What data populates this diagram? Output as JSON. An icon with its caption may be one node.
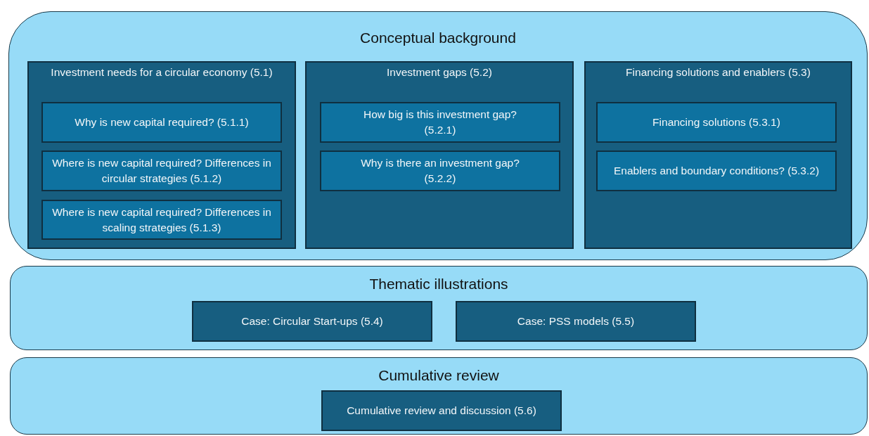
{
  "diagram": {
    "nodes": [
      {
        "text": [
          "Conceptual background"
        ]
      },
      {
        "text": [
          "Investment needs for a circular economy (5.1)"
        ],
        "in": 0
      },
      {
        "text": [
          "Why is new capital required? (5.1.1)"
        ],
        "in": 1
      },
      {
        "text": [
          "Where is new capital required? Differences in circular strategies (5.1.2)"
        ],
        "in": 1
      },
      {
        "text": [
          "Where is new capital required? Differences in scaling strategies (5.1.3)"
        ],
        "in": 1
      },
      {
        "text": [
          "Investment gaps (5.2)"
        ],
        "in": 0
      },
      {
        "text": [
          "How big is this investment gap? (5.2.1)"
        ],
        "in": 5
      },
      {
        "text": [
          "Why is there an investment gap? (5.2.2)"
        ],
        "in": 5
      },
      {
        "text": [
          "Financing solutions and enablers (5.3)"
        ],
        "in": 0
      },
      {
        "text": [
          "Financing solutions (5.3.1)"
        ],
        "in": 8
      },
      {
        "text": [
          "Enablers and boundary conditions? (5.3.2)"
        ],
        "in": 8
      },
      {
        "text": [
          "Thematic illustrations"
        ]
      },
      {
        "text": [
          "Case: Circular Start-ups (5.4)"
        ],
        "in": 11
      },
      {
        "text": [
          "Case: PSS models (5.5)"
        ],
        "in": 11
      },
      {
        "text": [
          "Cumulative review"
        ]
      },
      {
        "text": [
          "Cumulative review and discussion (5.6)"
        ],
        "in": 14
      }
    ]
  }
}
